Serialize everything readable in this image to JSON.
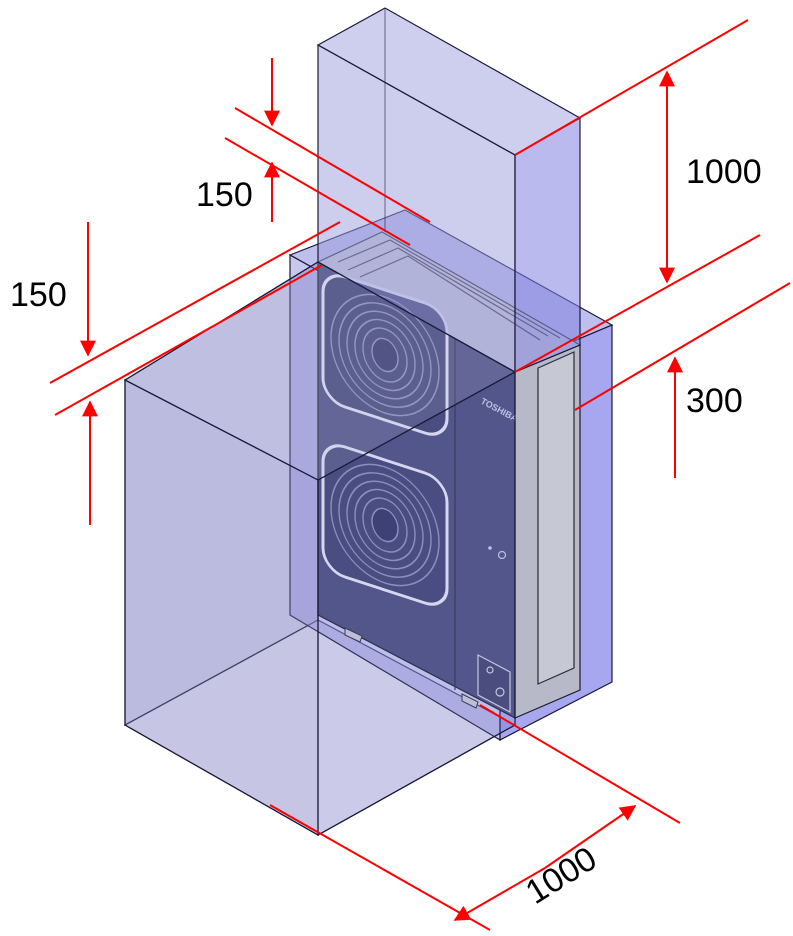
{
  "dimensions": {
    "top_gap": "150",
    "left_gap": "150",
    "top_clearance": "1000",
    "right_gap": "300",
    "front_clearance": "1000"
  },
  "brand_label": "TOSHIBA",
  "colors": {
    "zone_fill": "#7f7fd8",
    "zone_stroke": "#1a1a3a",
    "unit_body": "#454a7a",
    "unit_side": "#b7b9c8",
    "dimension": "#ff0000"
  }
}
